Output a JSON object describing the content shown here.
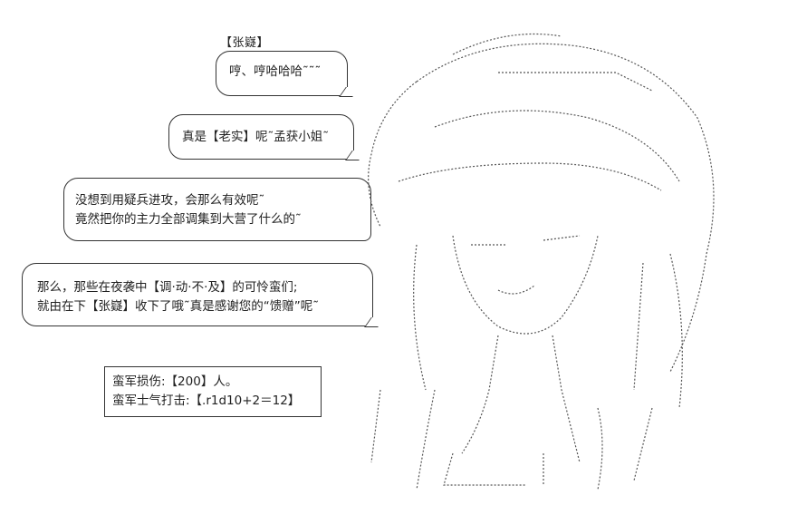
{
  "speaker": "【张嶷】",
  "bubbles": [
    {
      "lines": [
        "哼、哼哈哈哈˜˜˜"
      ]
    },
    {
      "lines": [
        "真是【老实】呢˜孟获小姐˜"
      ]
    },
    {
      "lines": [
        "没想到用疑兵进攻，会那么有效呢˜",
        "竟然把你的主力全部调集到大营了什么的˜"
      ]
    },
    {
      "lines": [
        "那么，那些在夜袭中【调·动·不·及】的可怜蛮们;",
        "就由在下【张嶷】收下了哦˜真是感谢您的“馈赠”呢˜"
      ]
    }
  ],
  "stats": {
    "line1": "蛮军损伤:【200】人。",
    "line2": "蛮军士气打击:【.r1d10+2＝12】"
  },
  "art": {
    "icon": "ascii-art-character-figure",
    "color": "#555555"
  }
}
